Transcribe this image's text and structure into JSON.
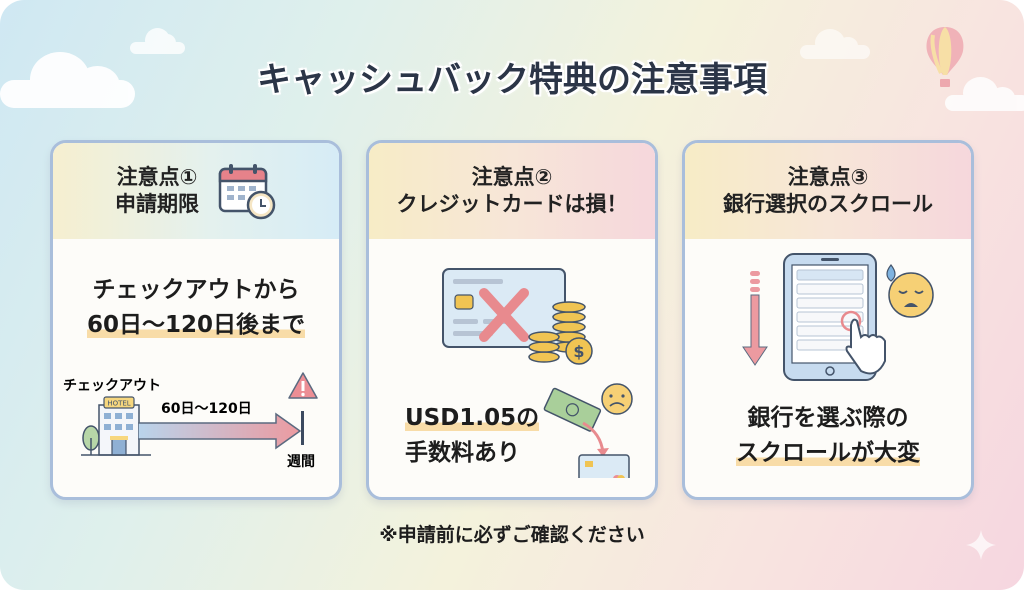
{
  "title": "キャッシュバック特典の注意事項",
  "cards": [
    {
      "heading_line1": "注意点①",
      "heading_line2": "申請期限",
      "icon": "calendar-clock-icon",
      "body_line1": "チェックアウトから",
      "body_line2": "60日〜120日後まで",
      "diagram": {
        "start_label": "チェックアウト",
        "hotel_sign": "HOTEL",
        "range_label": "60日〜120日",
        "end_label": "週間",
        "warning_icon": "warning-icon"
      }
    },
    {
      "heading_line1": "注意点②",
      "heading_line2": "クレジットカードは損！",
      "icon": "credit-card-cross-coins-icon",
      "body_line1": "USD1.05の",
      "body_line2": "手数料あり",
      "side_icons": [
        "money-to-card-icon",
        "sad-face-icon"
      ]
    },
    {
      "heading_line1": "注意点③",
      "heading_line2": "銀行選択のスクロール",
      "icon": "tablet-scroll-icon",
      "body_line1": "銀行を選ぶ際の",
      "body_line2": "スクロールが大変",
      "side_icons": [
        "scroll-down-arrow-icon",
        "sweat-face-icon"
      ]
    }
  ],
  "footer_note": "※申請前に必ずご確認ください",
  "colors": {
    "title": "#2b3547",
    "card_border": "#a9bedb",
    "highlight": "#f8dca8",
    "accent_red": "#e88a8e",
    "coin": "#f0c453"
  }
}
